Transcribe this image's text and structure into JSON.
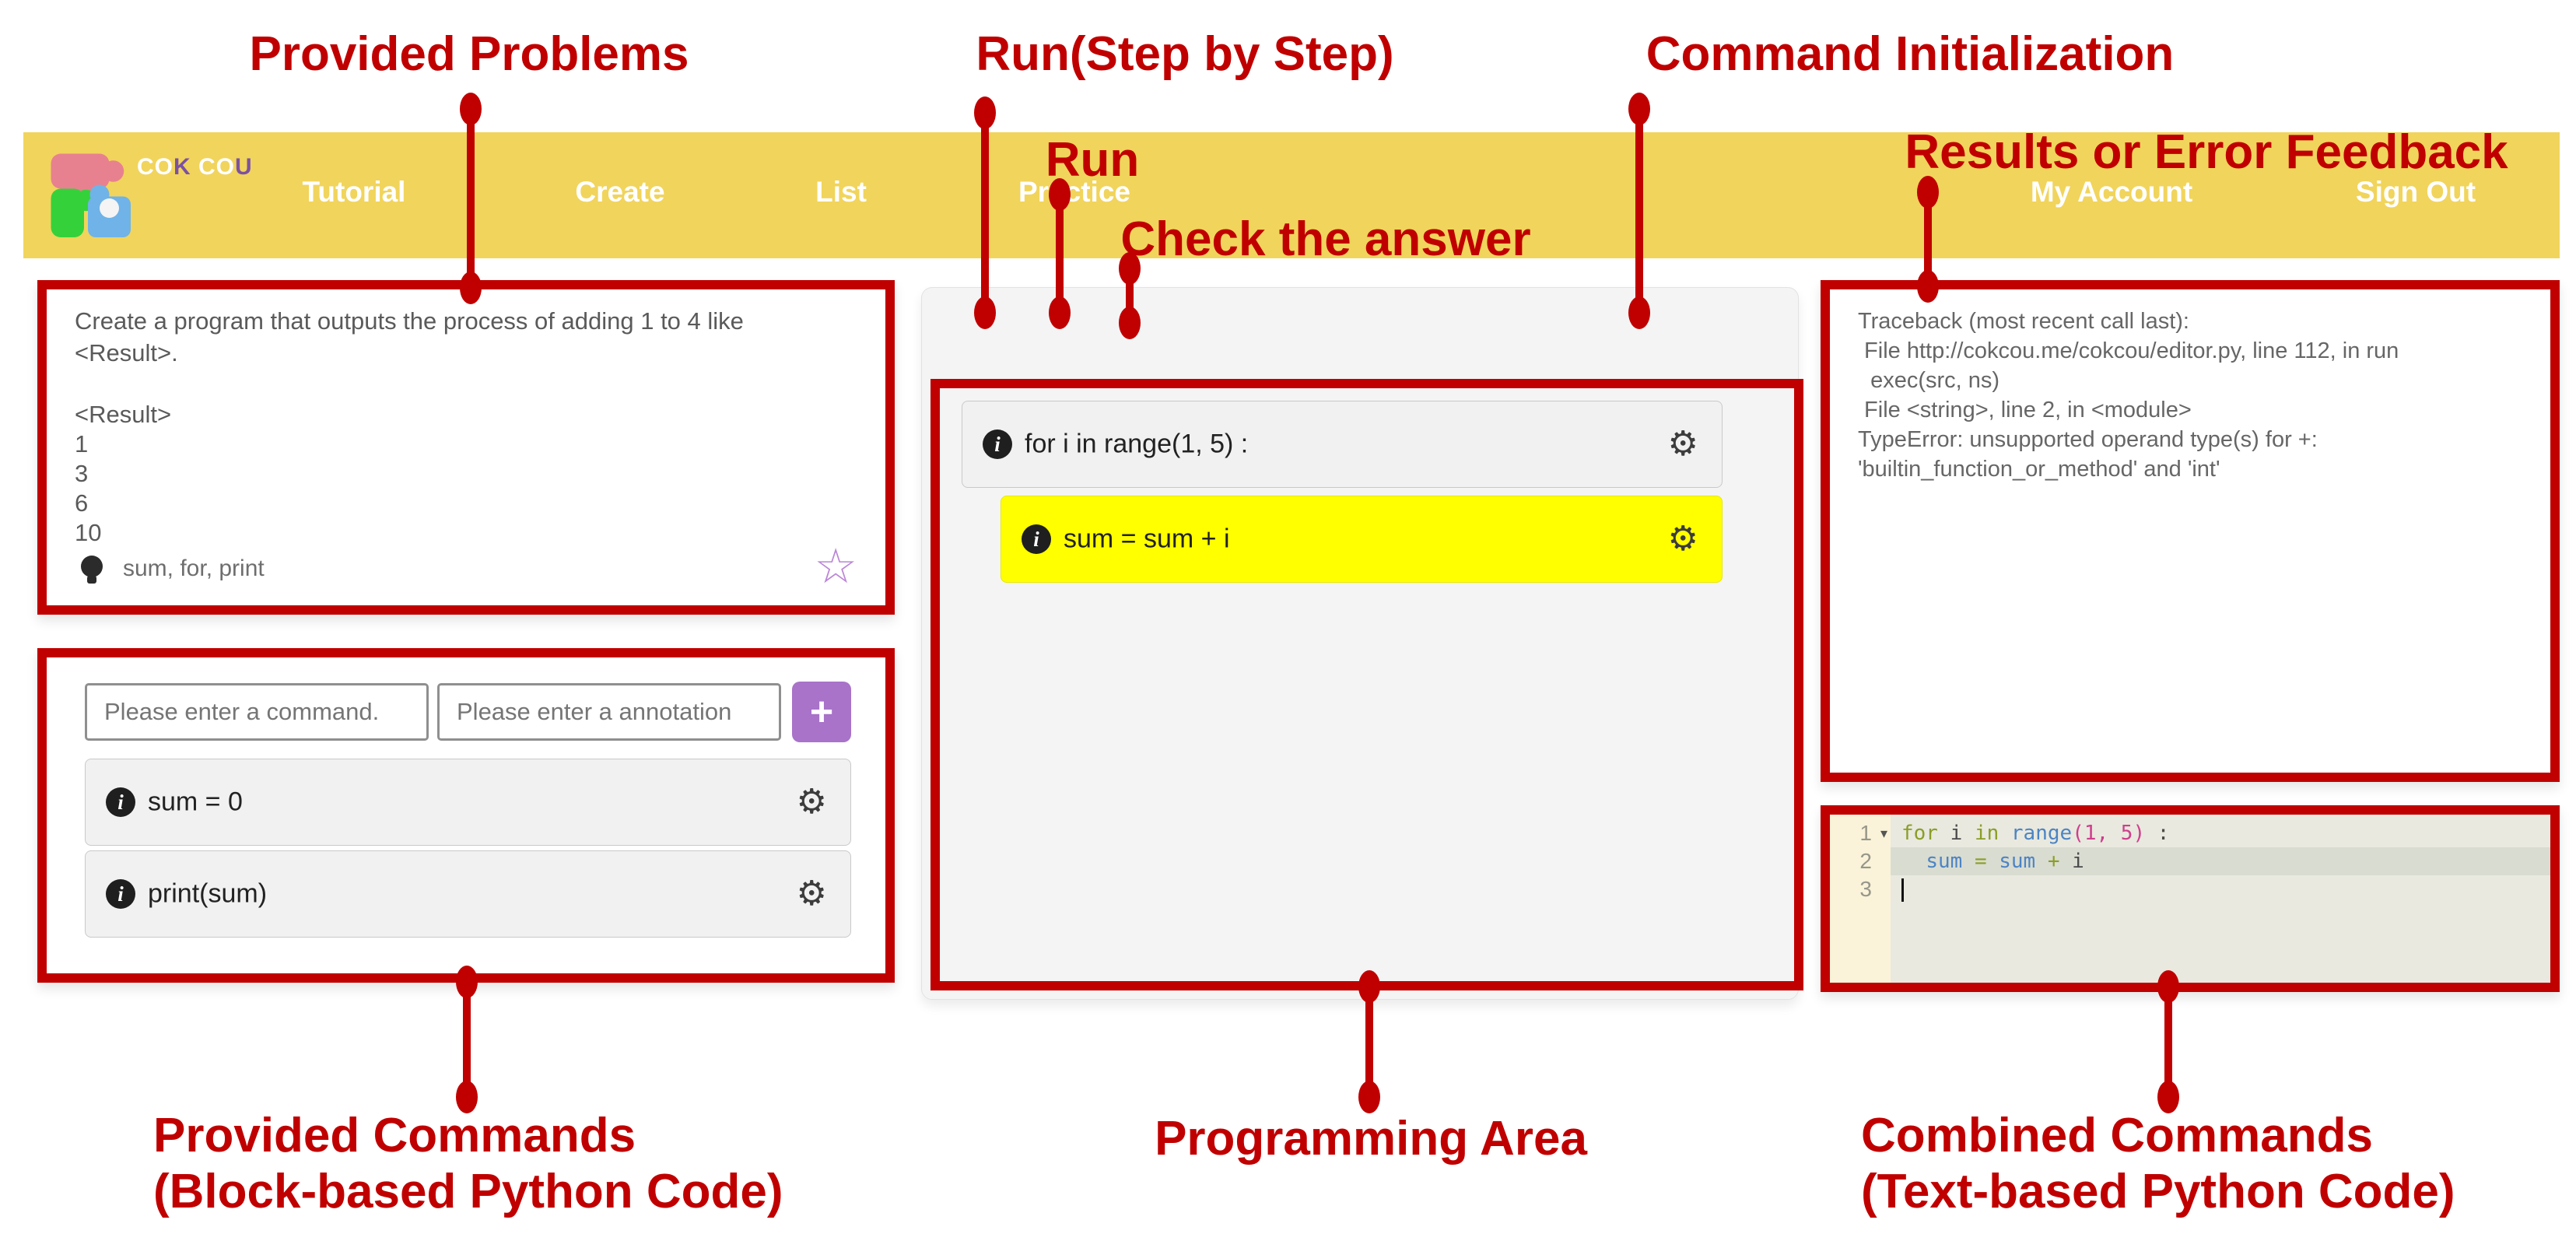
{
  "colors": {
    "annotation_red": "#C00000",
    "navbar_yellow": "#F1D45C",
    "button_purple": "#A873C8",
    "highlight_yellow": "#FFFF00",
    "block_gray": "#f1f1f1",
    "editor_background": "#e9e9df",
    "editor_gutter": "#faf3d9",
    "syntax_keyword": "#8a9e27",
    "syntax_identifier": "#4c84c4",
    "syntax_number": "#cf3e8c"
  },
  "annotations": {
    "provided_problems": "Provided Problems",
    "run_step": "Run(Step by Step)",
    "run": "Run",
    "check_answer": "Check the answer",
    "command_init": "Command Initialization",
    "results_feedback": "Results or Error Feedback",
    "provided_commands_1": "Provided Commands",
    "provided_commands_2": "(Block-based Python Code)",
    "programming_area": "Programming Area",
    "combined_commands_1": "Combined Commands",
    "combined_commands_2": "(Text-based Python Code)"
  },
  "navbar": {
    "brand_segments": [
      {
        "text": "CO",
        "color": "#ffffff"
      },
      {
        "text": "K",
        "color": "#7c51a1"
      },
      {
        "text": " CO",
        "color": "#ffffff"
      },
      {
        "text": "U",
        "color": "#7c51a1"
      }
    ],
    "items": [
      "Tutorial",
      "Create",
      "List",
      "Practice"
    ],
    "right_items": [
      "My Account",
      "Sign Out"
    ]
  },
  "problem_panel": {
    "description": "Create a program that outputs the process of adding 1 to 4 like\n<Result>.",
    "result_label": "<Result>",
    "results": [
      "1",
      "3",
      "6",
      "10"
    ],
    "tags": "sum, for, print",
    "hint_icon": "lightbulb-icon",
    "favorite_icon": "star-icon"
  },
  "command_panel": {
    "command_placeholder": "Please enter a command.",
    "annotation_placeholder": "Please enter a annotation",
    "add_button": "+",
    "blocks": [
      "sum = 0",
      "print(sum)"
    ]
  },
  "toolbar": {
    "left_buttons": [
      "step-forward-button",
      "run-button",
      "check-button"
    ],
    "right_buttons": [
      "reset-button",
      "list-button"
    ]
  },
  "program_blocks": [
    {
      "code": "for i in range(1, 5) :",
      "highlighted": false,
      "indented": false
    },
    {
      "code": "sum = sum + i",
      "highlighted": true,
      "indented": true
    }
  ],
  "results_panel": {
    "lines": [
      "Traceback (most recent call last):",
      " File http://cokcou.me/cokcou/editor.py, line 112, in run",
      "  exec(src, ns)",
      " File <string>, line 2, in <module>",
      "TypeError: unsupported operand type(s) for +:",
      "'builtin_function_or_method' and 'int'"
    ]
  },
  "editor": {
    "lines": [
      {
        "num": "1",
        "fold": true,
        "active": false,
        "cursor": false,
        "tokens": [
          [
            "kw",
            "for"
          ],
          [
            "pl",
            " i "
          ],
          [
            "kw",
            "in"
          ],
          [
            "pl",
            " "
          ],
          [
            "fn",
            "range"
          ],
          [
            "num",
            "(1, 5)"
          ],
          [
            "pl",
            " :"
          ]
        ]
      },
      {
        "num": "2",
        "fold": false,
        "active": true,
        "cursor": false,
        "tokens": [
          [
            "pl",
            "  "
          ],
          [
            "fn",
            "sum"
          ],
          [
            "pl",
            " "
          ],
          [
            "kw",
            "="
          ],
          [
            "pl",
            " "
          ],
          [
            "fn",
            "sum"
          ],
          [
            "pl",
            " "
          ],
          [
            "kw",
            "+"
          ],
          [
            "pl",
            " i"
          ]
        ]
      },
      {
        "num": "3",
        "fold": false,
        "active": false,
        "cursor": true,
        "tokens": []
      }
    ]
  }
}
